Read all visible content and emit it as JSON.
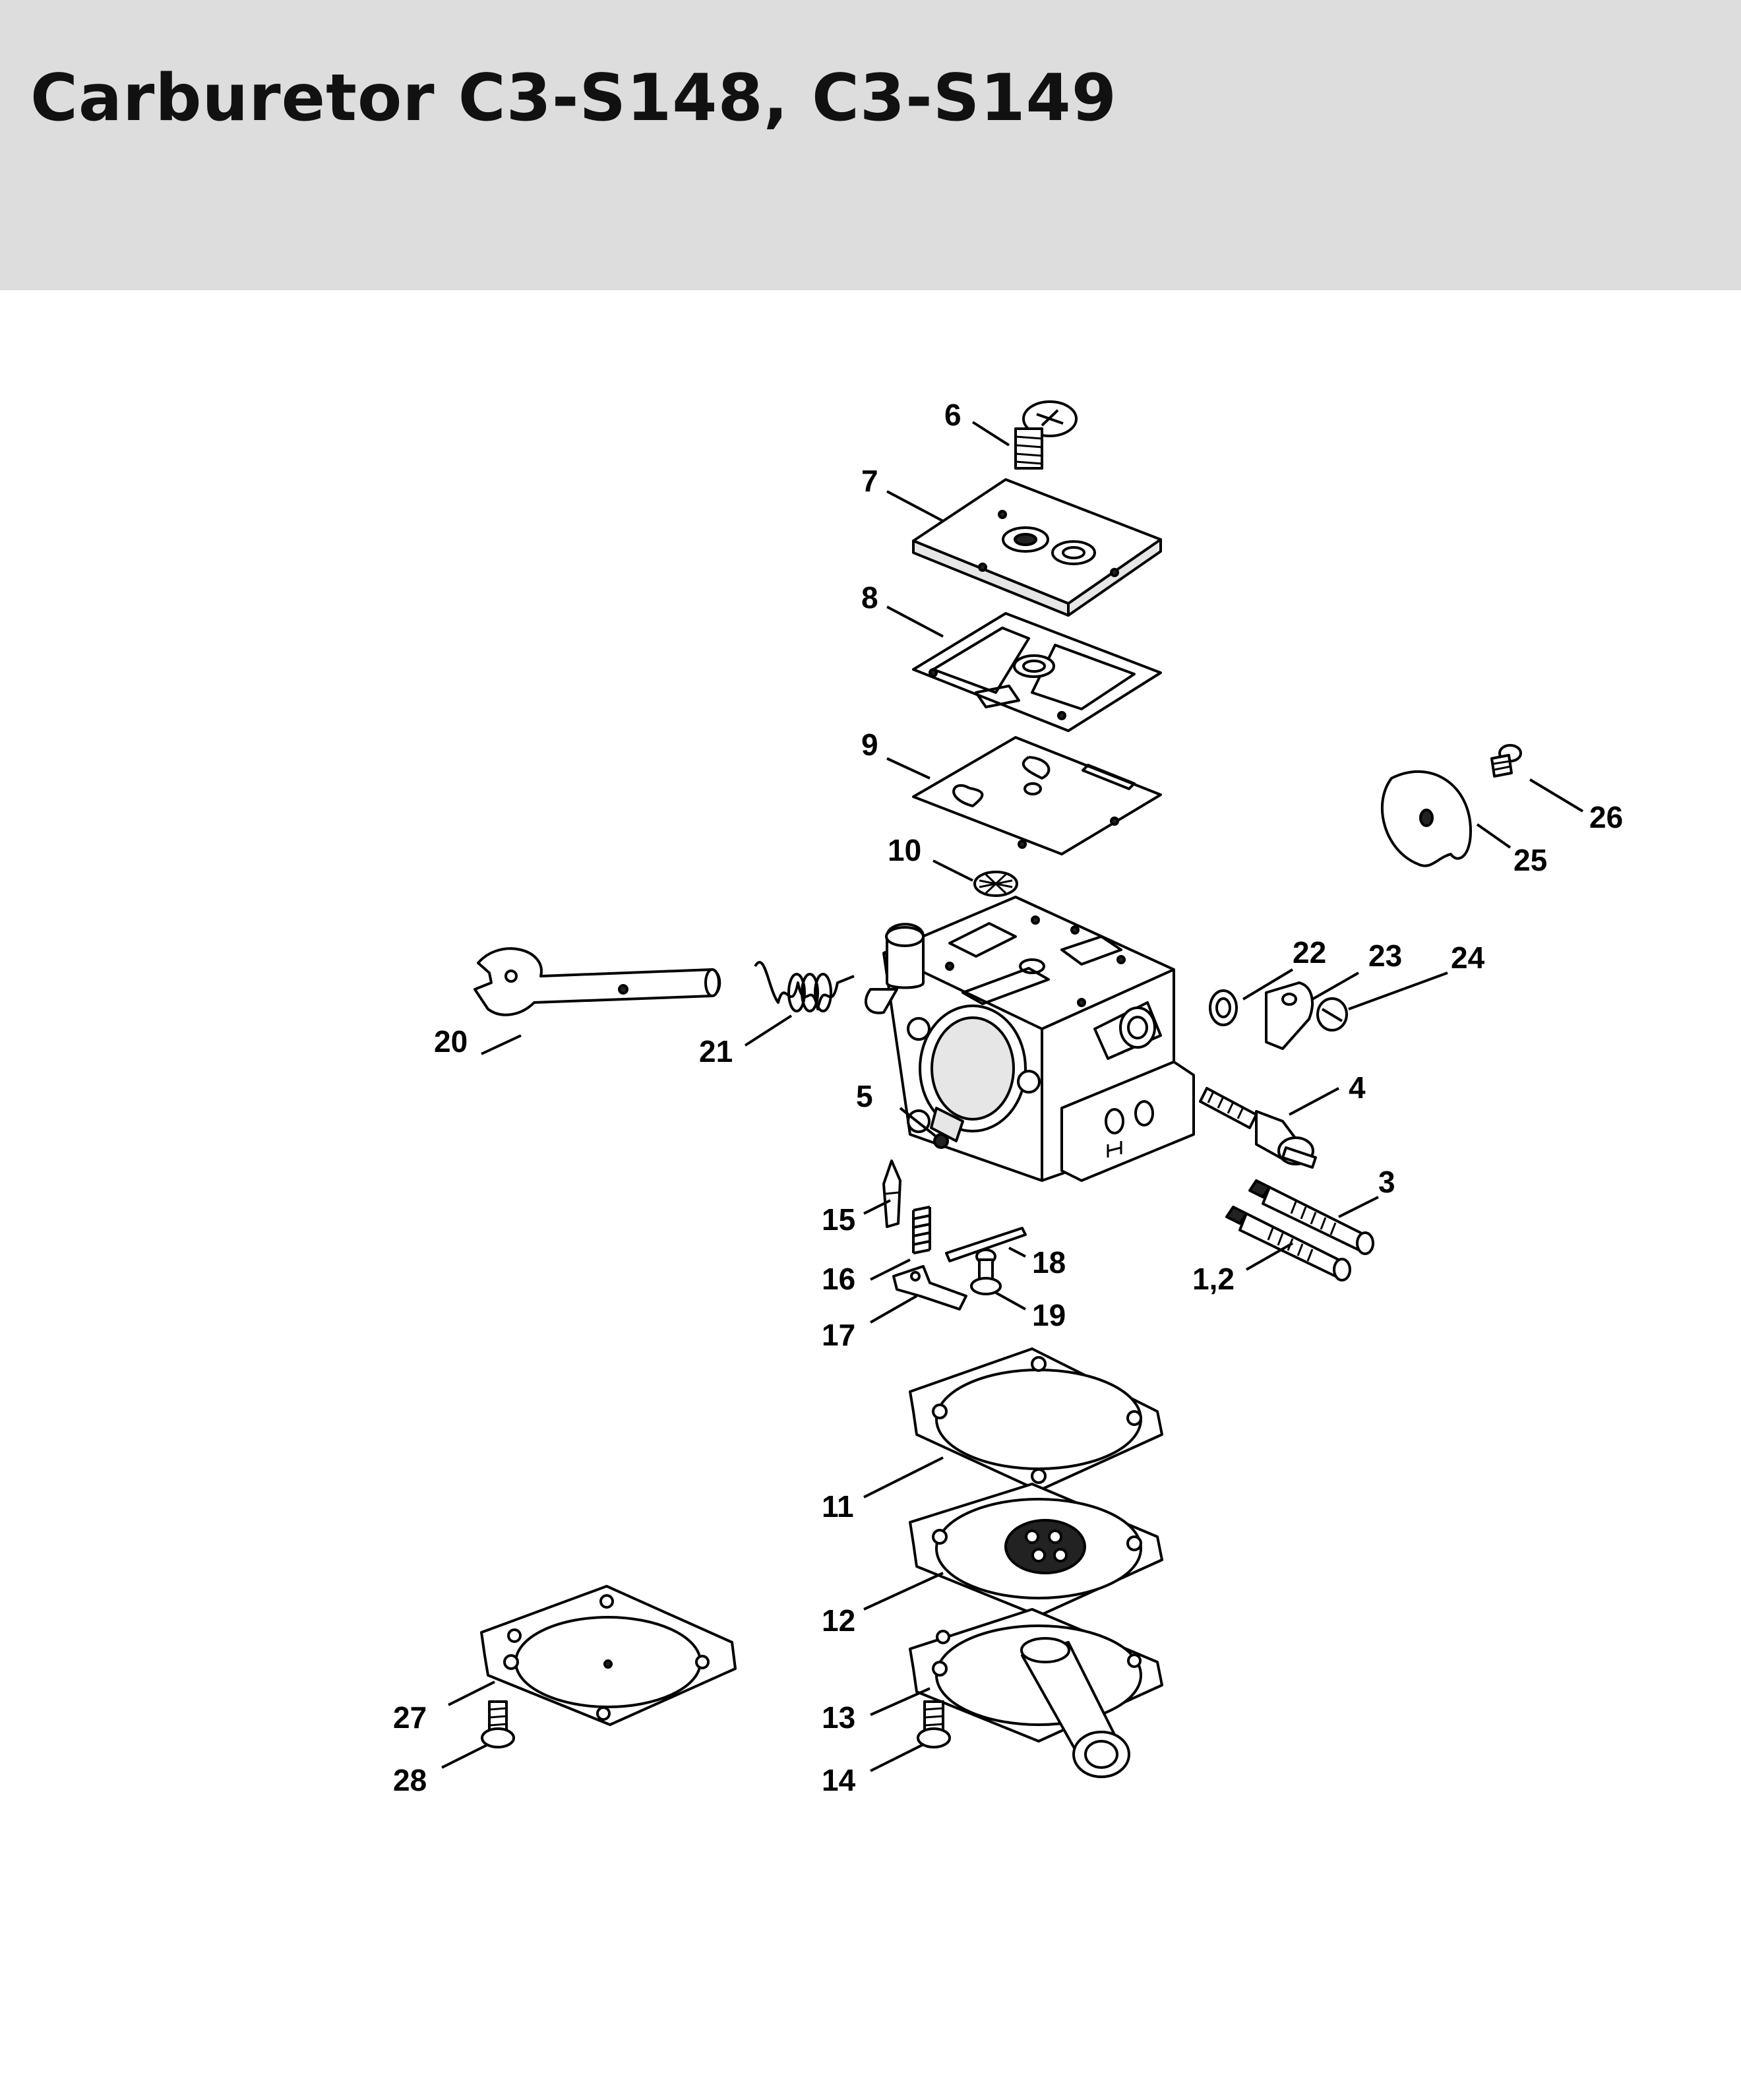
{
  "header": {
    "title": "Carburetor C3-S148, C3-S149"
  },
  "diagram": {
    "callouts": [
      {
        "id": "c6",
        "label": "6"
      },
      {
        "id": "c7",
        "label": "7"
      },
      {
        "id": "c8",
        "label": "8"
      },
      {
        "id": "c9",
        "label": "9"
      },
      {
        "id": "c10",
        "label": "10"
      },
      {
        "id": "c26",
        "label": "26"
      },
      {
        "id": "c25",
        "label": "25"
      },
      {
        "id": "c22",
        "label": "22"
      },
      {
        "id": "c23",
        "label": "23"
      },
      {
        "id": "c24",
        "label": "24"
      },
      {
        "id": "c20",
        "label": "20"
      },
      {
        "id": "c21",
        "label": "21"
      },
      {
        "id": "c4",
        "label": "4"
      },
      {
        "id": "c5",
        "label": "5"
      },
      {
        "id": "c3",
        "label": "3"
      },
      {
        "id": "c15",
        "label": "15"
      },
      {
        "id": "c16",
        "label": "16"
      },
      {
        "id": "c18",
        "label": "18"
      },
      {
        "id": "c12c",
        "label": "1,2"
      },
      {
        "id": "c19",
        "label": "19"
      },
      {
        "id": "c17",
        "label": "17"
      },
      {
        "id": "c11",
        "label": "11"
      },
      {
        "id": "c12",
        "label": "12"
      },
      {
        "id": "c27",
        "label": "27"
      },
      {
        "id": "c13",
        "label": "13"
      },
      {
        "id": "c28",
        "label": "28"
      },
      {
        "id": "c14",
        "label": "14"
      }
    ]
  }
}
